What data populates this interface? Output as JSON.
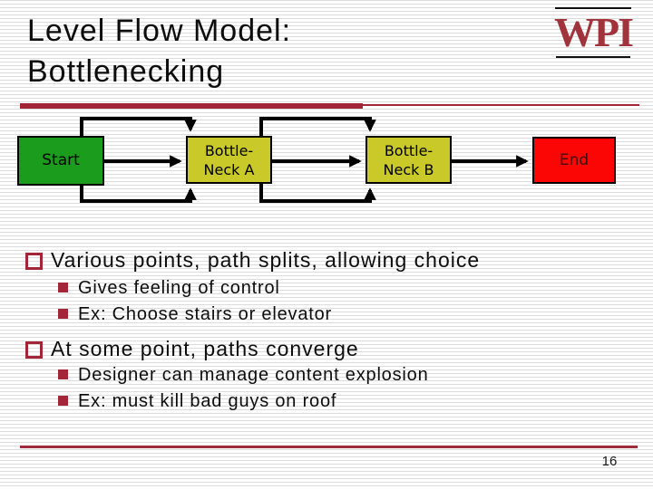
{
  "slide": {
    "title": "Level Flow Model: Bottlenecking",
    "page_number": "16"
  },
  "logo": {
    "text": "WPI"
  },
  "diagram": {
    "nodes": [
      {
        "id": "start",
        "label": "Start",
        "lines": [
          "Start"
        ],
        "bg": "#1c9c1c",
        "text_color": "#000000"
      },
      {
        "id": "bottleneck-a",
        "label": "Bottle-Neck A",
        "lines": [
          "Bottle-",
          "Neck A"
        ],
        "bg": "#c9c929",
        "text_color": "#000000"
      },
      {
        "id": "bottleneck-b",
        "label": "Bottle-Neck B",
        "lines": [
          "Bottle-",
          "Neck B"
        ],
        "bg": "#c9c929",
        "text_color": "#000000"
      },
      {
        "id": "end",
        "label": "End",
        "lines": [
          "End"
        ],
        "bg": "#fb0505",
        "text_color": "#3d0d0d"
      }
    ],
    "edges": [
      {
        "from": "Start",
        "to": "Bottle-Neck A",
        "paths": [
          "direct",
          "upper-loop",
          "lower-loop"
        ]
      },
      {
        "from": "Bottle-Neck A",
        "to": "Bottle-Neck B",
        "paths": [
          "direct",
          "upper-loop",
          "lower-loop"
        ]
      },
      {
        "from": "Bottle-Neck B",
        "to": "End",
        "paths": [
          "direct"
        ]
      }
    ]
  },
  "bullets": [
    {
      "heading": "Various points, path splits, allowing choice",
      "items": [
        "Gives feeling of control",
        "Ex: Choose stairs or elevator"
      ]
    },
    {
      "heading": "At some point, paths converge",
      "items": [
        "Designer can manage content explosion",
        "Ex: must kill bad guys on roof"
      ]
    }
  ],
  "colors": {
    "accent_red": "#a32638",
    "logo_red": "#a0333b",
    "node_green": "#1c9c1c",
    "node_yellow": "#c9c929",
    "node_red": "#fb0505",
    "arrow_black": "#000000",
    "stripe_gray": "#dcdcdc"
  }
}
